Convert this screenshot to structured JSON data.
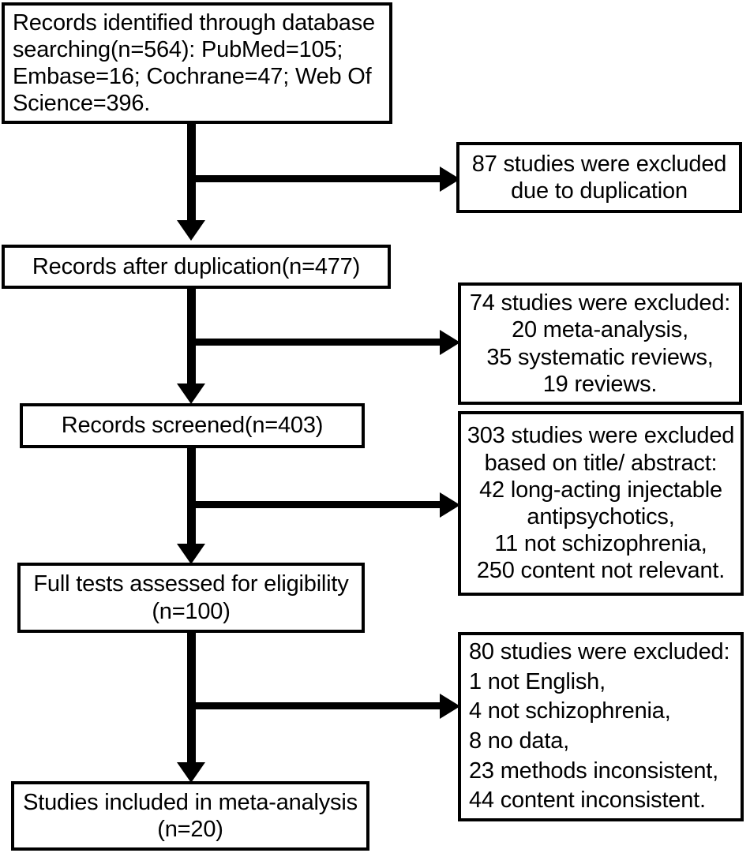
{
  "diagram": {
    "type": "prisma-flow-diagram",
    "title": "PRISMA study selection flow diagram",
    "background_color": "#ffffff",
    "line_color": "#000000",
    "text_color": "#000000"
  },
  "nodes": {
    "identification": {
      "name": "records-identified",
      "lines": [
        "Records identified through database",
        "searching(n=564): PubMed=105;",
        "Embase=16; Cochrane=47; Web Of",
        "Science=396."
      ],
      "align": "left",
      "n": 564,
      "sources": [
        {
          "label": "PubMed",
          "count": 105
        },
        {
          "label": "Embase",
          "count": 16
        },
        {
          "label": "Cochrane",
          "count": 47
        },
        {
          "label": "Web Of Science",
          "count": 396
        }
      ]
    },
    "after_duplication": {
      "name": "records-after-duplication",
      "lines": [
        "Records after duplication(n=477)"
      ],
      "align": "center",
      "n": 477
    },
    "screened": {
      "name": "records-screened",
      "lines": [
        "Records screened(n=403)"
      ],
      "align": "center",
      "n": 403
    },
    "full_text": {
      "name": "full-tests-assessed",
      "lines": [
        "Full tests assessed for eligibility",
        "(n=100)"
      ],
      "align": "center",
      "n": 100
    },
    "included": {
      "name": "studies-included",
      "lines": [
        "Studies included in meta-analysis",
        "(n=20)"
      ],
      "align": "center",
      "n": 20
    }
  },
  "exclusions": {
    "duplication": {
      "name": "excluded-duplication",
      "lines": [
        "87 studies were excluded",
        "due to duplication"
      ],
      "align": "center",
      "total": 87
    },
    "reviews": {
      "name": "excluded-reviews",
      "lines": [
        "74 studies were excluded:",
        "20 meta-analysis,",
        "35 systematic reviews,",
        "19 reviews."
      ],
      "align": "center",
      "total": 74,
      "reasons": [
        {
          "label": "meta-analysis",
          "count": 20
        },
        {
          "label": "systematic reviews",
          "count": 35
        },
        {
          "label": "reviews",
          "count": 19
        }
      ]
    },
    "title_abstract": {
      "name": "excluded-title-abstract",
      "lines": [
        "303 studies were excluded",
        "based on title/ abstract:",
        "42 long-acting injectable",
        "antipsychotics,",
        "11 not schizophrenia,",
        "250 content not relevant."
      ],
      "align": "center",
      "total": 303,
      "reasons": [
        {
          "label": "long-acting injectable antipsychotics",
          "count": 42
        },
        {
          "label": "not schizophrenia",
          "count": 11
        },
        {
          "label": "content not relevant",
          "count": 250
        }
      ]
    },
    "full_text_excluded": {
      "name": "excluded-full-text",
      "lines": [
        "80 studies were excluded:",
        "1 not English,",
        "4 not schizophrenia,",
        "8 no data,",
        "23 methods inconsistent,",
        "44 content inconsistent."
      ],
      "align": "left",
      "total": 80,
      "reasons": [
        {
          "label": "not English",
          "count": 1
        },
        {
          "label": "not schizophrenia",
          "count": 4
        },
        {
          "label": "no data",
          "count": 8
        },
        {
          "label": "methods inconsistent",
          "count": 23
        },
        {
          "label": "content inconsistent",
          "count": 44
        }
      ]
    }
  },
  "connectors": [
    {
      "name": "arrow-identification-to-after-duplication",
      "direction": "down"
    },
    {
      "name": "arrow-to-excluded-duplication",
      "direction": "right"
    },
    {
      "name": "arrow-after-duplication-to-screened",
      "direction": "down"
    },
    {
      "name": "arrow-to-excluded-reviews",
      "direction": "right"
    },
    {
      "name": "arrow-screened-to-full-text",
      "direction": "down"
    },
    {
      "name": "arrow-to-excluded-title-abstract",
      "direction": "right"
    },
    {
      "name": "arrow-full-text-to-included",
      "direction": "down"
    },
    {
      "name": "arrow-to-excluded-full-text",
      "direction": "right"
    }
  ]
}
